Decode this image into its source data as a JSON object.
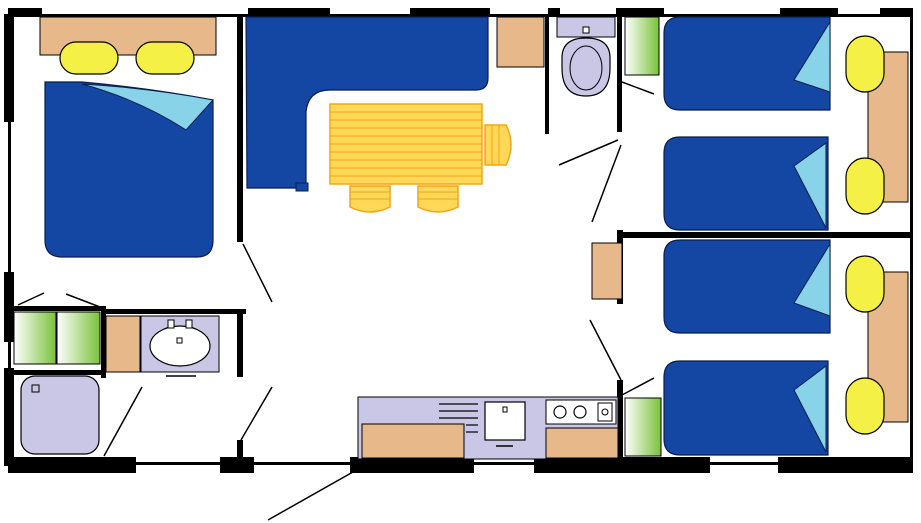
{
  "colors": {
    "wall": "#000000",
    "floor": "#ffffff",
    "bed_blue": "#1347a3",
    "pillow_yellow": "#f5f046",
    "sheet_light_blue": "#89d3e8",
    "wood_tan": "#e6b88a",
    "table_yellow": "#ffd857",
    "table_outline": "#f3a51a",
    "fixture_lavender": "#c9c6e6",
    "cabinet_green": "#79c23a",
    "cabinet_green_light": "#e6f4d4",
    "bed_outline": "#0b1d4d"
  },
  "fixtures": [
    "double-bed",
    "lounge-sofa",
    "dining-table",
    "chair",
    "toilet",
    "twin-bed",
    "wardrobe",
    "shower",
    "washbasin",
    "kitchen-counter",
    "sink",
    "cooktop",
    "entrance-door"
  ]
}
